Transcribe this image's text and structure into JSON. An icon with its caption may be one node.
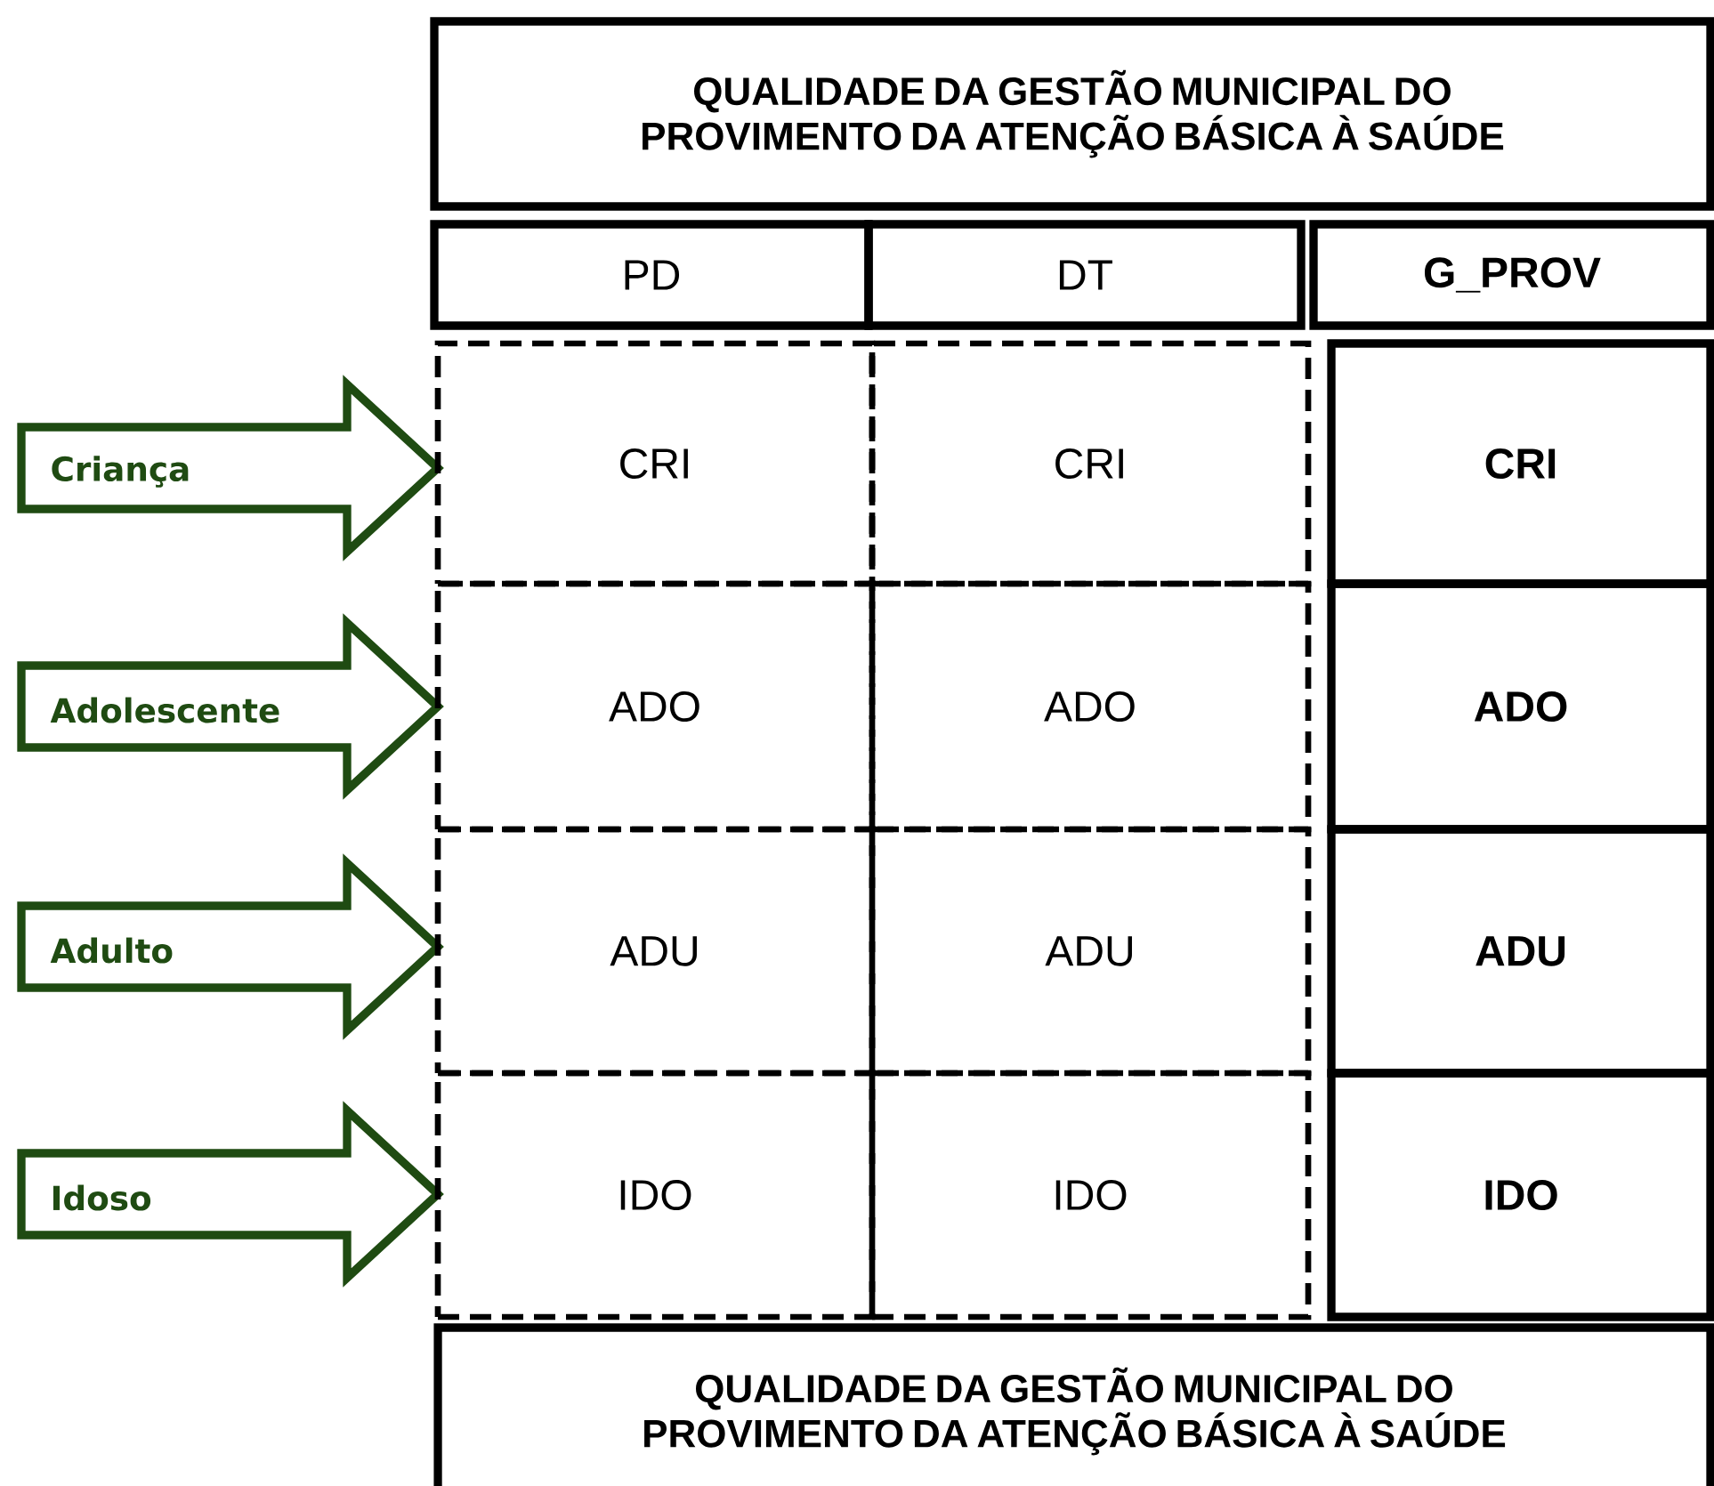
{
  "diagram": {
    "nodes": [
      {
        "text": [
          "QUALIDADE DA GESTÃO MUNICIPAL DO PROVIMENTO DA ATENÇÃO BÁSICA À SAÚDE"
        ]
      },
      {
        "text": [
          "PD"
        ]
      },
      {
        "text": [
          "DT"
        ]
      },
      {
        "text": [
          "G_PROV"
        ]
      },
      {
        "text": [
          "Criança"
        ]
      },
      {
        "text": [
          "CRI"
        ]
      },
      {
        "text": [
          "CRI"
        ]
      },
      {
        "text": [
          "CRI"
        ]
      },
      {
        "text": [
          "Adolescente"
        ]
      },
      {
        "text": [
          "ADO"
        ]
      },
      {
        "text": [
          "ADO"
        ]
      },
      {
        "text": [
          "ADO"
        ]
      },
      {
        "text": [
          "Adulto"
        ]
      },
      {
        "text": [
          "ADU"
        ]
      },
      {
        "text": [
          "ADU"
        ]
      },
      {
        "text": [
          "ADU"
        ]
      },
      {
        "text": [
          "Idoso"
        ]
      },
      {
        "text": [
          "IDO"
        ]
      },
      {
        "text": [
          "IDO"
        ]
      },
      {
        "text": [
          "IDO"
        ]
      },
      {
        "text": [
          "QUALIDADE DA GESTÃO MUNICIPAL DO PROVIMENTO DA ATENÇÃO BÁSICA À SAÚDE"
        ]
      }
    ]
  }
}
